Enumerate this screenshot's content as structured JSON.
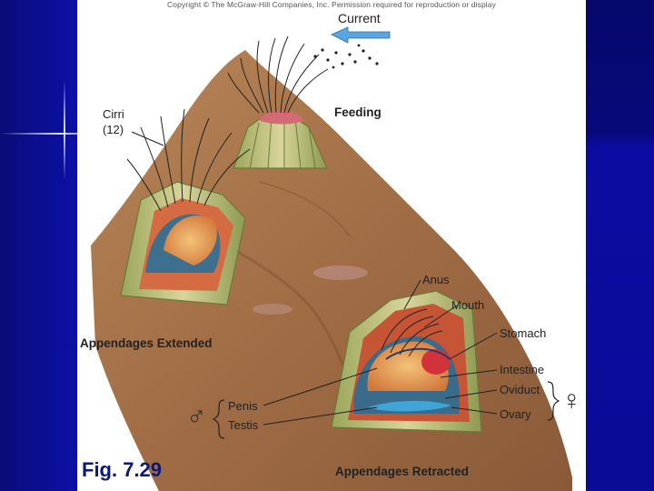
{
  "copyright": "Copyright © The McGraw-Hill Companies, Inc. Permission required for reproduction or display",
  "labels": {
    "current": "Current",
    "feeding": "Feeding",
    "cirri": "Cirri",
    "cirri_count": "(12)",
    "appendages_extended": "Appendages Extended",
    "appendages_retracted": "Appendages Retracted",
    "anus": "Anus",
    "mouth": "Mouth",
    "stomach": "Stomach",
    "intestine": "Intestine",
    "oviduct": "Oviduct",
    "ovary": "Ovary",
    "penis": "Penis",
    "testis": "Testis"
  },
  "symbols": {
    "male": "♂",
    "female": "♀"
  },
  "caption": "Fig. 7.29",
  "colors": {
    "slide_bg": "#0a0d9e",
    "rock": "#a5744c",
    "shell": "#c7c08a",
    "caption_text": "#0b1a7a"
  }
}
